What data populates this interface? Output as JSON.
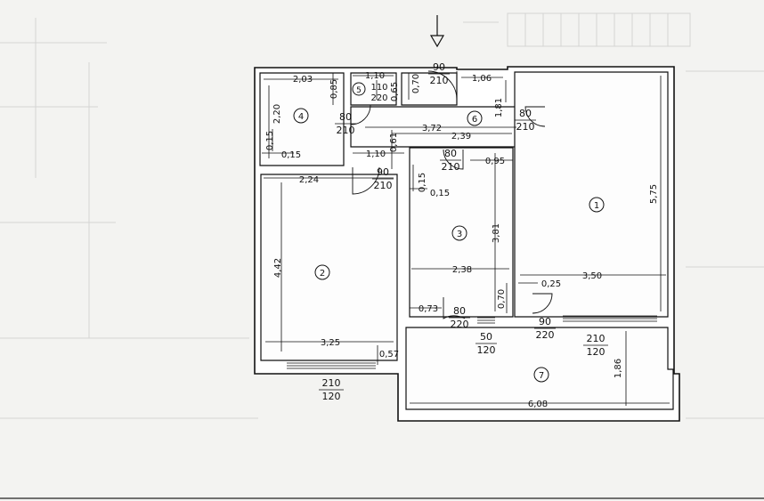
{
  "rooms": [
    {
      "id": "room-1",
      "number": "1"
    },
    {
      "id": "room-2",
      "number": "2"
    },
    {
      "id": "room-3",
      "number": "3"
    },
    {
      "id": "room-4",
      "number": "4"
    },
    {
      "id": "room-5",
      "number": "5"
    },
    {
      "id": "room-6",
      "number": "6"
    },
    {
      "id": "room-7",
      "number": "7"
    }
  ],
  "dimensions": [
    "2,03",
    "0,85",
    "2,20",
    "0,15",
    "0,15",
    "1,10",
    "110",
    "220",
    "0,65",
    "0,70",
    "1,06",
    "1,81",
    "3,72",
    "2,39",
    "1,10",
    "0,61",
    "0,95",
    "0,15",
    "0,15",
    "2,24",
    "4,42",
    "3,81",
    "2,38",
    "3,50",
    "5,75",
    "0,25",
    "0,70",
    "0,73",
    "3,25",
    "0,57",
    "1,86",
    "6,08"
  ],
  "openings": [
    {
      "w": "90",
      "h": "210"
    },
    {
      "w": "80",
      "h": "210"
    },
    {
      "w": "80",
      "h": "210"
    },
    {
      "w": "80",
      "h": "210"
    },
    {
      "w": "90",
      "h": "210"
    },
    {
      "w": "80",
      "h": "220"
    },
    {
      "w": "50",
      "h": "120"
    },
    {
      "w": "90",
      "h": "220"
    },
    {
      "w": "210",
      "h": "120"
    },
    {
      "w": "210",
      "h": "120"
    }
  ]
}
